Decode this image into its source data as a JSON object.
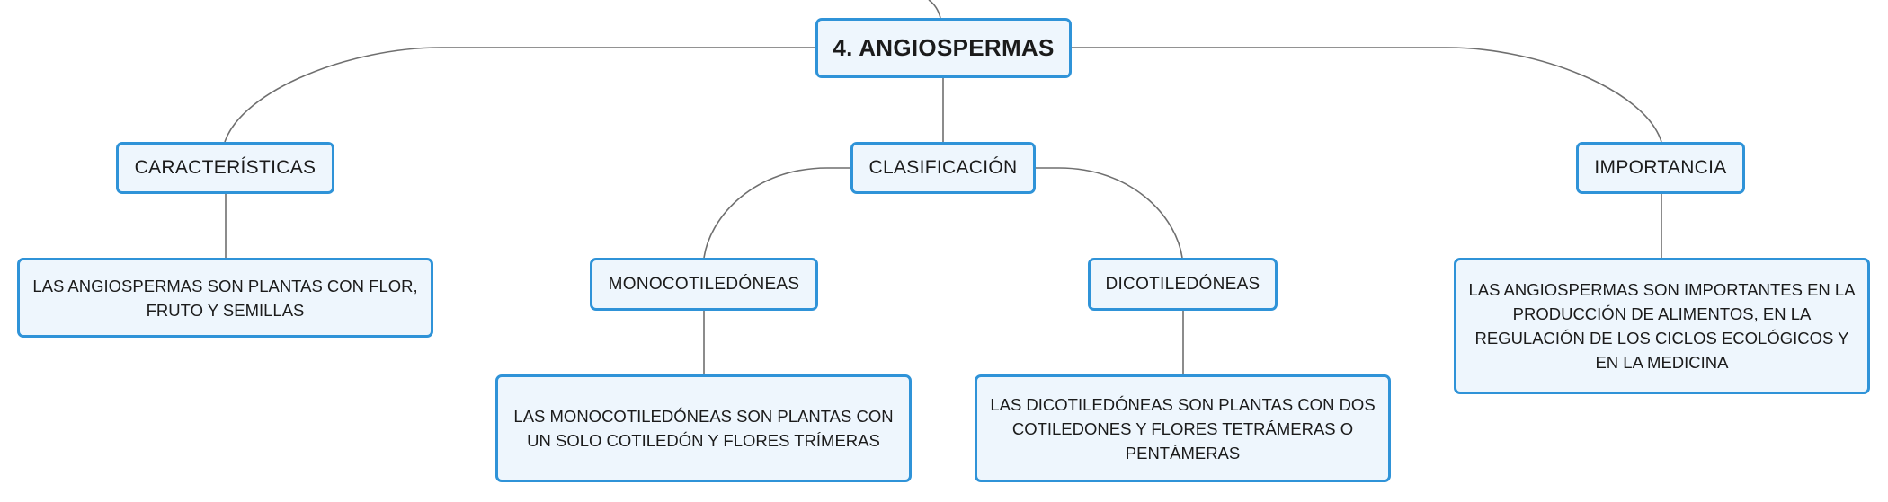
{
  "diagram": {
    "root": {
      "label": "4. ANGIOSPERMAS"
    },
    "characteristics": {
      "label": "CARACTERÍSTICAS",
      "description": "LAS ANGIOSPERMAS SON PLANTAS CON FLOR, FRUTO Y SEMILLAS"
    },
    "classification": {
      "label": "CLASIFICACIÓN",
      "monocots": {
        "label": "MONOCOTILEDÓNEAS",
        "description": "LAS MONOCOTILEDÓNEAS SON PLANTAS CON UN SOLO COTILEDÓN Y FLORES TRÍMERAS"
      },
      "dicots": {
        "label": "DICOTILEDÓNEAS",
        "description": "LAS DICOTILEDÓNEAS SON PLANTAS CON DOS COTILEDONES Y FLORES TETRÁMERAS O PENTÁMERAS"
      }
    },
    "importance": {
      "label": "IMPORTANCIA",
      "description": "LAS ANGIOSPERMAS SON IMPORTANTES EN LA PRODUCCIÓN DE ALIMENTOS, EN LA REGULACIÓN DE LOS CICLOS ECOLÓGICOS Y EN LA MEDICINA"
    }
  }
}
